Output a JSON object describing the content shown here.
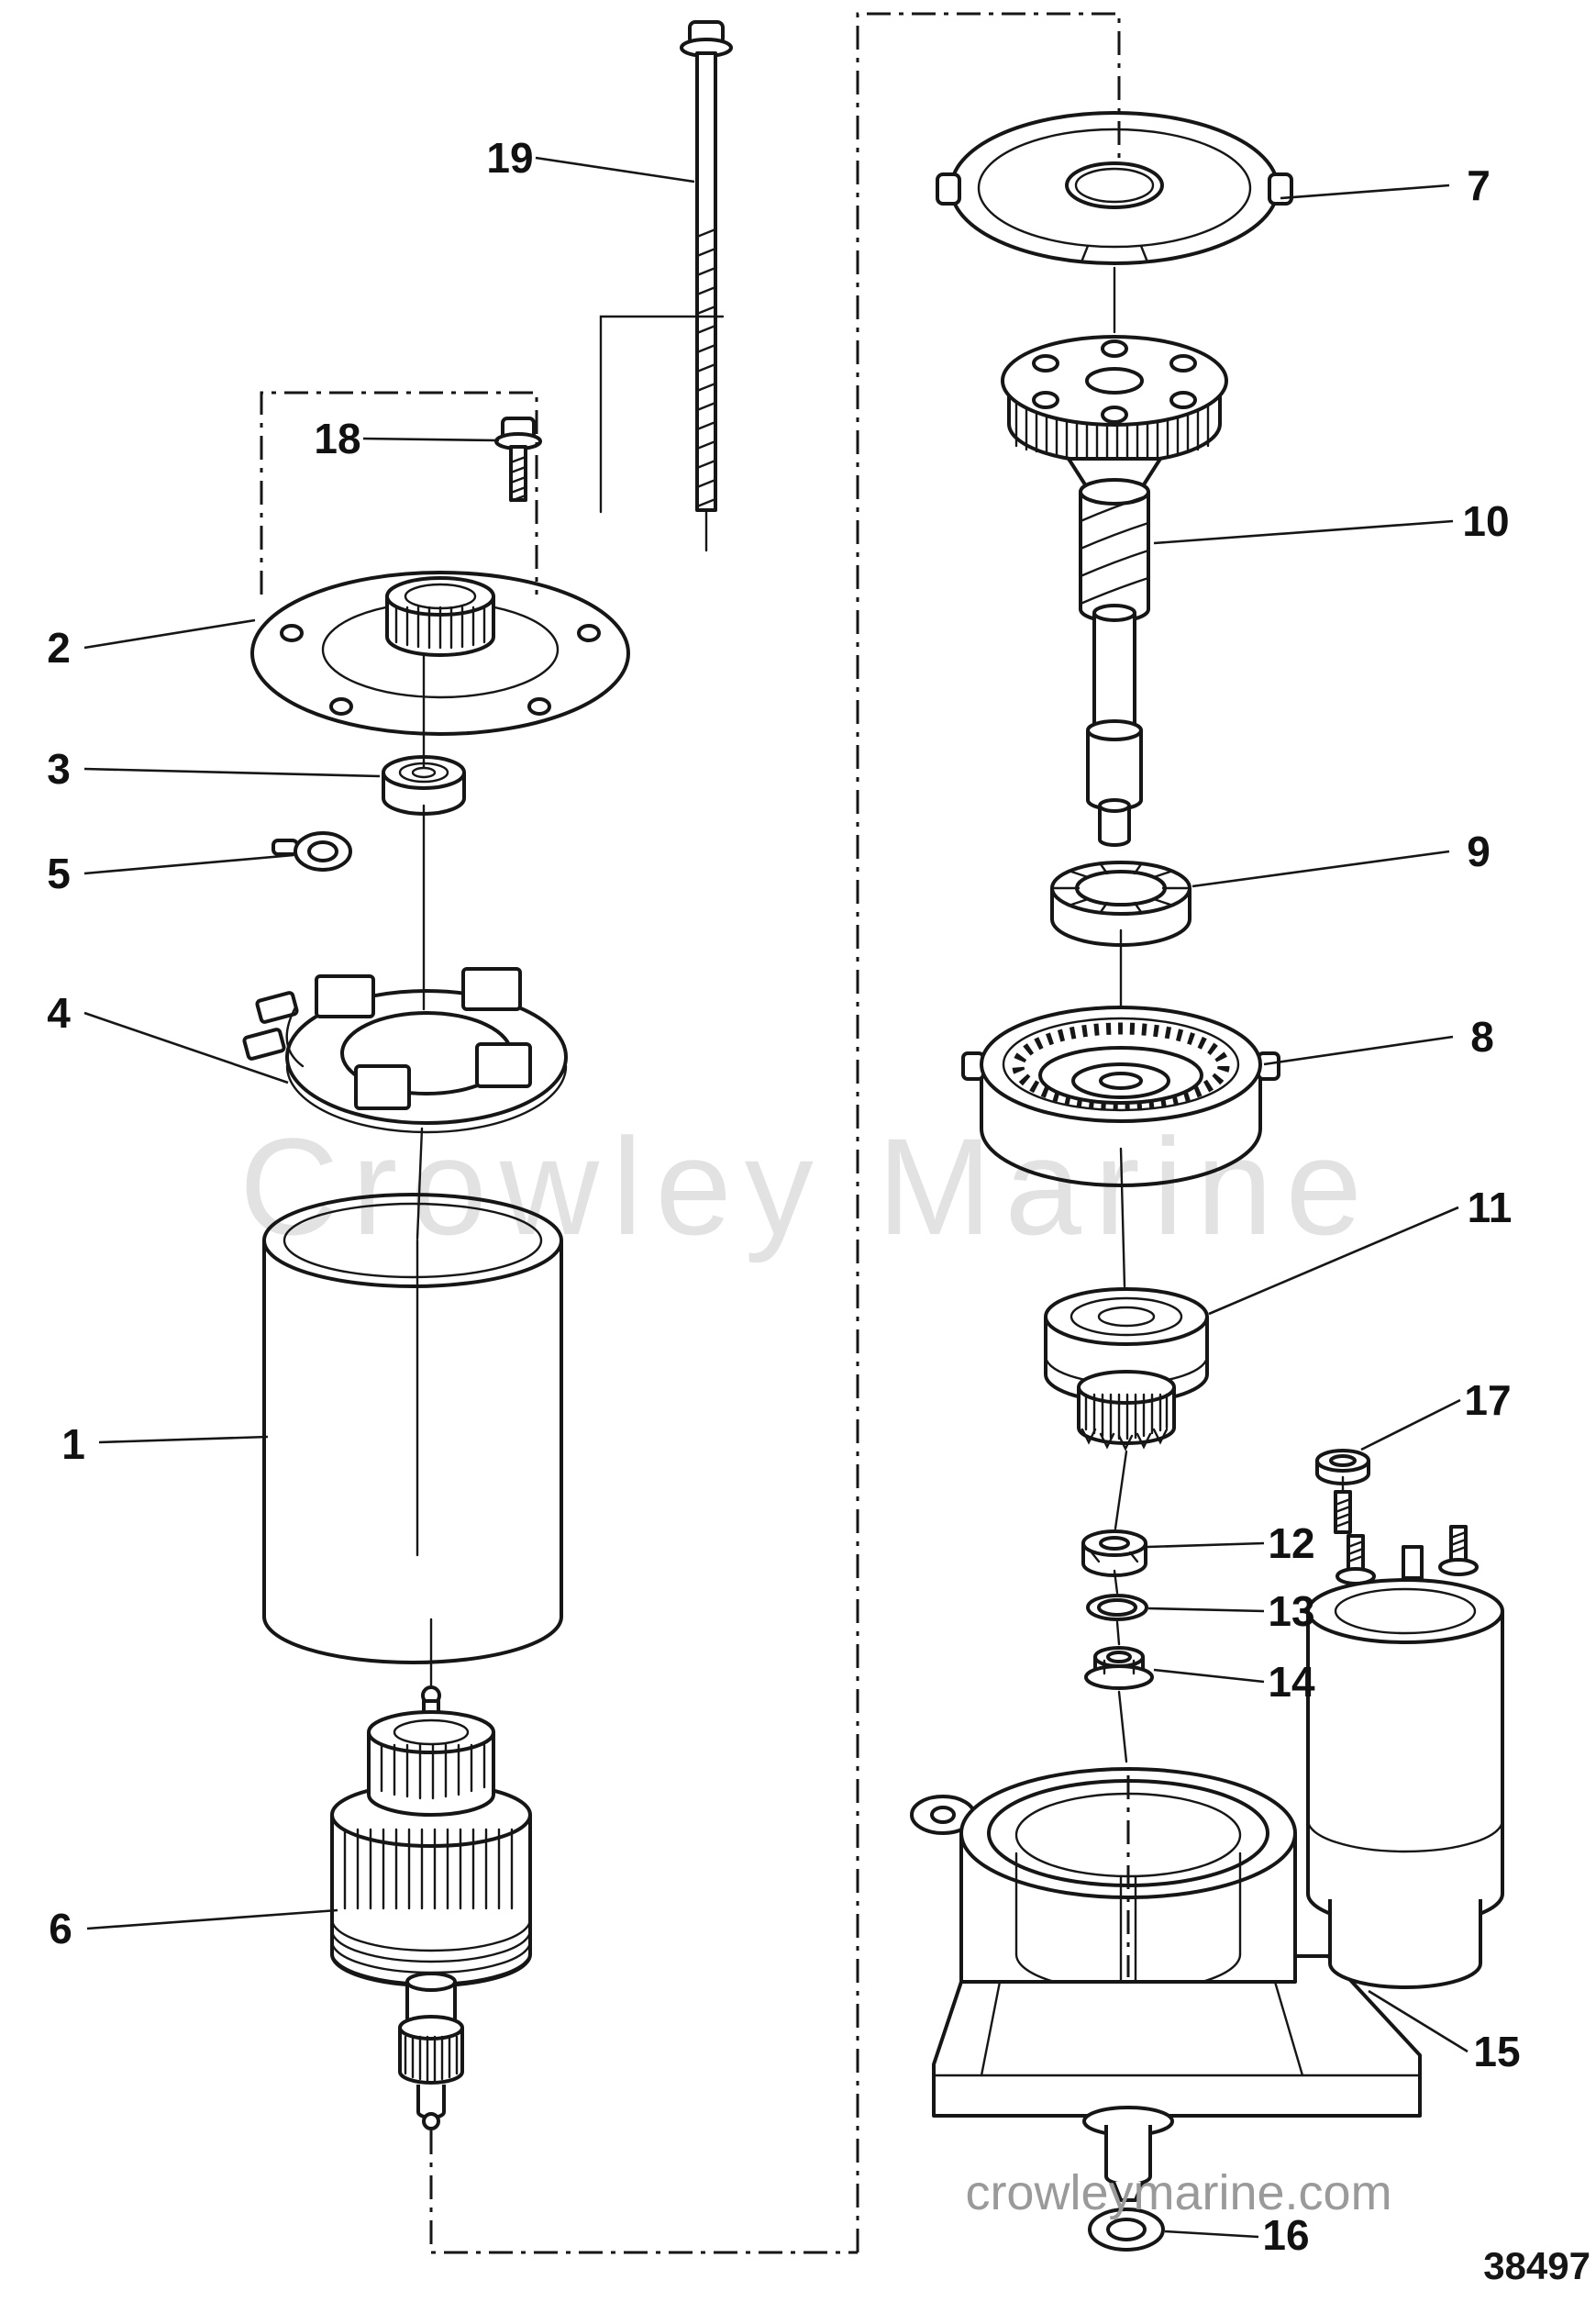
{
  "diagram": {
    "watermark": "Crowley Marine",
    "website": "crowleymarine.com",
    "drawing_number": "38497",
    "callouts": [
      {
        "label": "1"
      },
      {
        "label": "2"
      },
      {
        "label": "3"
      },
      {
        "label": "4"
      },
      {
        "label": "5"
      },
      {
        "label": "6"
      },
      {
        "label": "7"
      },
      {
        "label": "8"
      },
      {
        "label": "9"
      },
      {
        "label": "10"
      },
      {
        "label": "11"
      },
      {
        "label": "12"
      },
      {
        "label": "13"
      },
      {
        "label": "14"
      },
      {
        "label": "15"
      },
      {
        "label": "16"
      },
      {
        "label": "17"
      },
      {
        "label": "18"
      },
      {
        "label": "19"
      }
    ]
  }
}
